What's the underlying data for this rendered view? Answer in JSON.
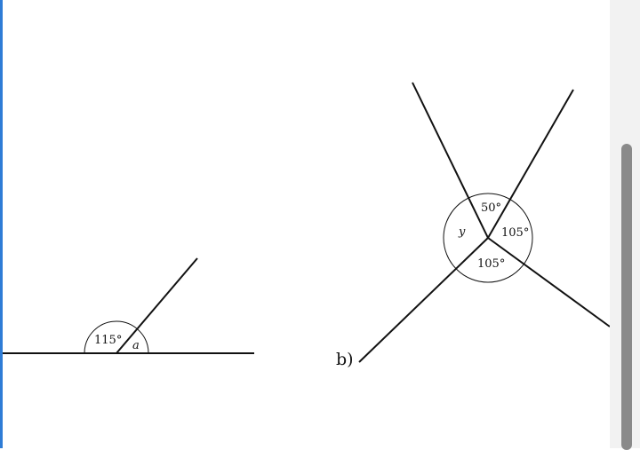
{
  "diagram_a": {
    "given_angle": "115°",
    "unknown_angle": "a"
  },
  "diagram_b": {
    "part_label": "b)",
    "angle_top": "50°",
    "angle_right": "105°",
    "angle_bottom": "105°",
    "unknown_angle": "y"
  }
}
